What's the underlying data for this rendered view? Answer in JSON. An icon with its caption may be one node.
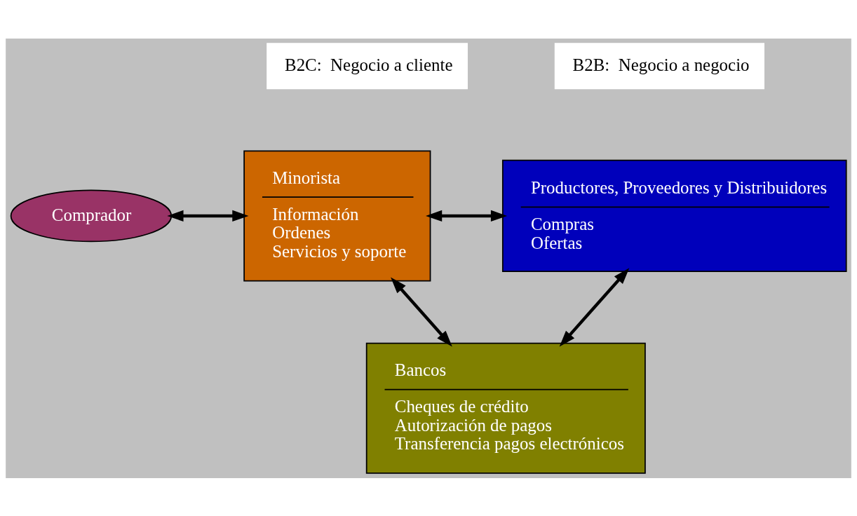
{
  "diagram": {
    "nodes": [
      {
        "text": [
          "B2C:  Negocio a cliente"
        ]
      },
      {
        "text": [
          "B2B:  Negocio a negocio"
        ]
      },
      {
        "text": [
          "Comprador"
        ]
      },
      {
        "text": [
          "Minorista",
          "Información",
          "Ordenes",
          "Servicios y soporte"
        ]
      },
      {
        "text": [
          "Productores, Proveedores y Distribuidores",
          "Compras",
          "Ofertas"
        ]
      },
      {
        "text": [
          "Bancos",
          "Cheques de crédito",
          "Autorización de pagos",
          "Transferencia pagos electrónicos"
        ]
      }
    ],
    "edges": [
      {
        "from": 2,
        "to": 3,
        "arrow": "both"
      },
      {
        "from": 3,
        "to": 4,
        "arrow": "both"
      },
      {
        "from": 3,
        "to": 5,
        "arrow": "both"
      },
      {
        "from": 4,
        "to": 5,
        "arrow": "both"
      }
    ]
  }
}
